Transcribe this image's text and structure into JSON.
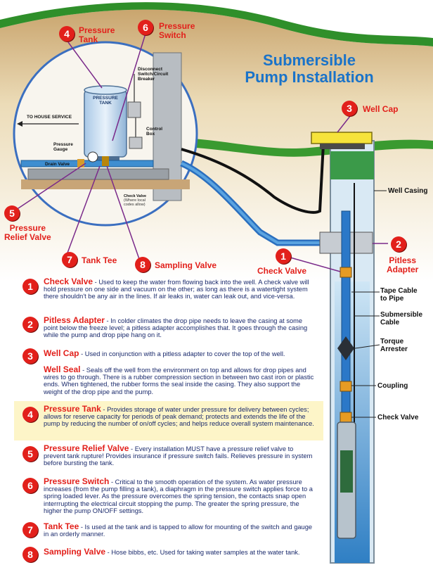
{
  "title": {
    "line1": "Submersible",
    "line2": "Pump Installation"
  },
  "callouts": {
    "c1": {
      "num": "1",
      "label": "Check Valve"
    },
    "c2": {
      "num": "2",
      "label_1": "Pitless",
      "label_2": "Adapter"
    },
    "c3": {
      "num": "3",
      "label": "Well Cap"
    },
    "c4": {
      "num": "4",
      "label_1": "Pressure",
      "label_2": "Tank"
    },
    "c5": {
      "num": "5",
      "label_1": "Pressure",
      "label_2": "Relief Valve"
    },
    "c6": {
      "num": "6",
      "label_1": "Pressure",
      "label_2": "Switch"
    },
    "c7": {
      "num": "7",
      "label": "Tank Tee"
    },
    "c8": {
      "num": "8",
      "label": "Sampling Valve"
    }
  },
  "diagram_labels": {
    "well_casing": "Well Casing",
    "tape_cable_1": "Tape Cable",
    "tape_cable_2": "to Pipe",
    "sub_cable_1": "Submersible",
    "sub_cable_2": "Cable",
    "torque_1": "Torque",
    "torque_2": "Arrester",
    "coupling": "Coupling",
    "check_valve": "Check Valve",
    "to_house": "TO HOUSE SERVICE",
    "tank_1": "PRESSURE",
    "tank_2": "TANK",
    "disconnect_1": "Disconnect",
    "disconnect_2": "Switch/Circuit",
    "disconnect_3": "Breaker",
    "control_1": "Control",
    "control_2": "Box",
    "gauge_1": "Pressure",
    "gauge_2": "Gauge",
    "drain": "Drain Valve",
    "inset_check_1": "Check Valve",
    "inset_check_2": "(Where local",
    "inset_check_3": "codes allow)"
  },
  "descriptions": [
    {
      "num": "1",
      "heading": "Check Valve",
      "text": "- Used to keep the water from flowing back into the well. A check valve will hold pressure on one side and vacuum on the other; as long as there is a watertight system there shouldn't be any air in the lines. If air leaks in, water can leak out, and vice-versa."
    },
    {
      "num": "2",
      "heading": "Pitless Adapter",
      "text": "- In colder climates the drop pipe needs to leave the casing at some point below the freeze level; a pitless adapter accomplishes that. It goes through the casing while the pump and drop pipe hang on it."
    },
    {
      "num": "3",
      "heading": "Well Cap",
      "text": "- Used in conjunction with a pitless adapter to cover the top of the well."
    },
    {
      "num": "",
      "heading": "Well Seal",
      "text": "- Seals off the well from the environment on top and allows for drop pipes and wires to go through. There is a rubber compression section in between two cast iron or plastic ends. When tightened, the rubber forms the seal inside the casing. They also support the weight of the drop pipe and the pump."
    },
    {
      "num": "4",
      "heading": "Pressure Tank",
      "text": "- Provides storage of water under pressure for delivery between cycles; allows for reserve capacity for periods of peak demand; protects and extends the life of the pump by reducing the number of on/off cycles; and helps reduce overall system maintenance."
    },
    {
      "num": "5",
      "heading": "Pressure Relief Valve",
      "text": "- Every installation MUST have a pressure relief valve to prevent tank rupture! Provides insurance if pressure switch fails. Relieves pressure in system before bursting the tank."
    },
    {
      "num": "6",
      "heading": "Pressure Switch",
      "text": "- Critical to the smooth operation of the system. As water pressure increases (from the pump filling a tank), a diaphragm in the pressure switch applies force to a spring loaded lever. As the pressure overcomes the spring tension, the contacts snap open interrrupting the electrical circuit stopping the pump. The greater the spring pressure, the higher the pump ON/OFF settings."
    },
    {
      "num": "7",
      "heading": "Tank Tee",
      "text": "- Is used at the tank and is tapped to allow for mounting of the switch and gauge in an orderly manner."
    },
    {
      "num": "8",
      "heading": "Sampling Valve",
      "text": "- Hose bibbs, etc. Used for taking water samples at the water tank."
    }
  ]
}
